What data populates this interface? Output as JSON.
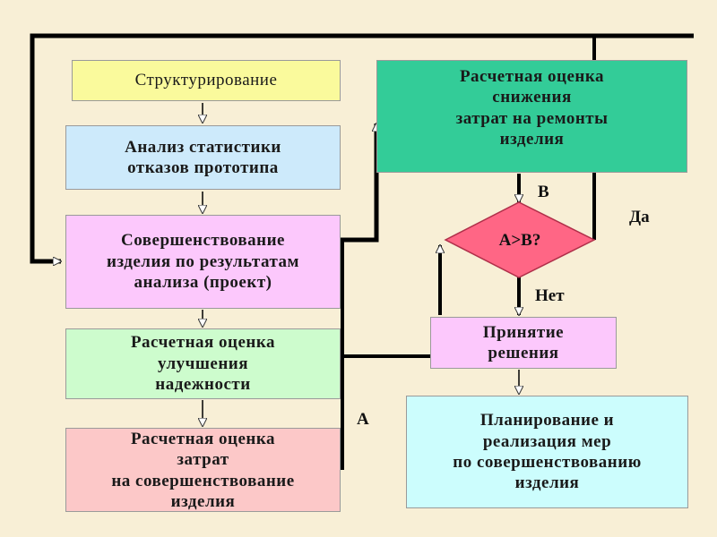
{
  "boxes": {
    "structuring": "Структурирование",
    "analysis": "Анализ статистики\nотказов прототипа",
    "improvement": "Совершенствование\nизделия по результатам\nанализа (проект)",
    "reliability": "Расчетная оценка\nулучшения\nнадежности",
    "cost": "Расчетная оценка\nзатрат\nна совершенствование\nизделия",
    "repair_cost": "Расчетная оценка\nснижения\nзатрат на ремонты\nизделия",
    "decision_box": "Принятие\nрешения",
    "planning": "Планирование и\nреализация мер\nпо совершенствованию\nизделия"
  },
  "decision": "A>B?",
  "labels": {
    "a": "А",
    "b": "В",
    "yes": "Да",
    "no": "Нет"
  },
  "colors": {
    "background": "#f8efd6",
    "structuring": "#fafa9c",
    "analysis": "#cdeafb",
    "improvement": "#fcc8fc",
    "reliability": "#cdfccd",
    "cost": "#fcc8c8",
    "repair_cost": "#33cc98",
    "decision": "#ff6685",
    "decision_box": "#fcc8fc",
    "planning": "#ccfdfd",
    "lines": "#000000"
  }
}
